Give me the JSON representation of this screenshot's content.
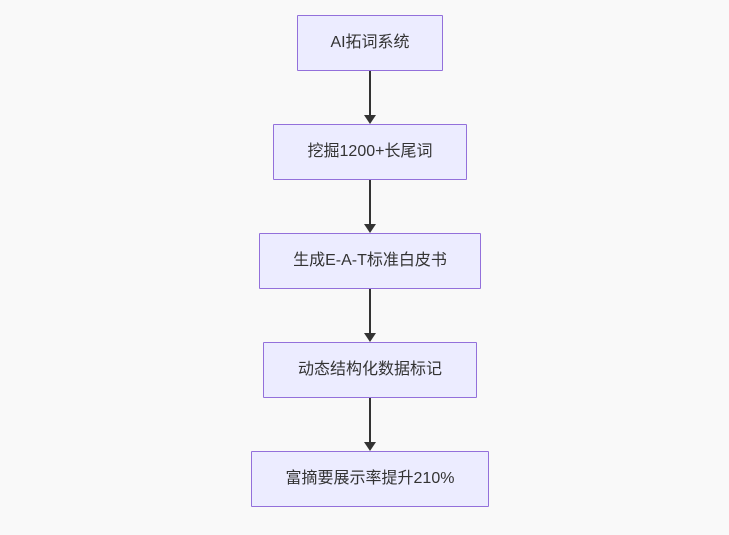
{
  "diagram": {
    "type": "flowchart-vertical",
    "background": "#f9f9f9",
    "node_fill_color": "#ECECFF",
    "node_border_color": "#9370DB",
    "text_color": "#333333",
    "arrow_color": "#333333",
    "nodes": [
      {
        "label": "AI拓词系统"
      },
      {
        "label": "挖掘1200+长尾词"
      },
      {
        "label": "生成E-A-T标准白皮书"
      },
      {
        "label": "动态结构化数据标记"
      },
      {
        "label": "富摘要展示率提升210%"
      }
    ]
  }
}
